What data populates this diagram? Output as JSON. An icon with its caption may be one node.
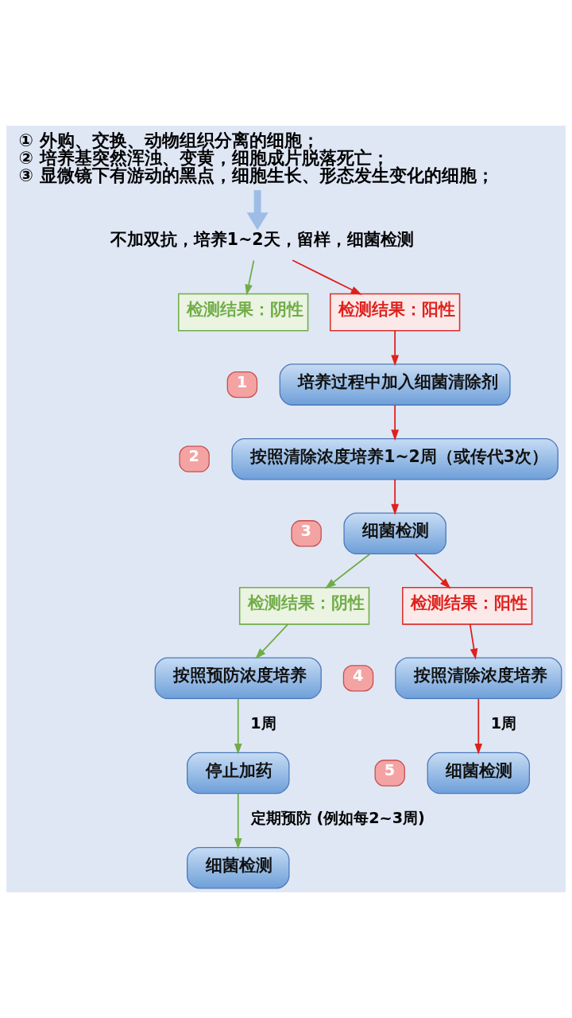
{
  "diagram": {
    "nodes": [
      {
        "text": [
          "① 外购、交换、动物组织分离的细胞；",
          "② 培养基突然浑浊、变黄，细胞成片脱落死亡；",
          "③ 显微镜下有游动的黑点，细胞生长、形态发生变化的细胞；"
        ]
      },
      {
        "text": [
          "不加双抗，培养1~2天，留样，细菌检测"
        ]
      },
      {
        "text": [
          "检测结果：阴性"
        ]
      },
      {
        "text": [
          "检测结果：阳性"
        ]
      },
      {
        "text": [
          "1"
        ]
      },
      {
        "text": [
          "培养过程中加入细菌清除剂"
        ]
      },
      {
        "text": [
          "2"
        ]
      },
      {
        "text": [
          "按照清除浓度培养1~2周（或传代3次）"
        ]
      },
      {
        "text": [
          "3"
        ]
      },
      {
        "text": [
          "细菌检测"
        ]
      },
      {
        "text": [
          "检测结果：阴性"
        ]
      },
      {
        "text": [
          "检测结果：阳性"
        ]
      },
      {
        "text": [
          "按照预防浓度培养"
        ]
      },
      {
        "text": [
          "4"
        ]
      },
      {
        "text": [
          "按照清除浓度培养"
        ]
      },
      {
        "text": [
          "停止加药"
        ]
      },
      {
        "text": [
          "5"
        ]
      },
      {
        "text": [
          "细菌检测"
        ]
      },
      {
        "text": [
          "细菌检测"
        ]
      }
    ],
    "edges": [
      {
        "from": 0,
        "to": 1,
        "arrow": "to",
        "style": "thick",
        "color": "#9dbce6"
      },
      {
        "from": 1,
        "to": 2,
        "arrow": "to",
        "color": "#70ad47"
      },
      {
        "from": 1,
        "to": 3,
        "arrow": "to"
      },
      {
        "from": 3,
        "to": 5,
        "arrow": "to"
      },
      {
        "from": 5,
        "to": 7,
        "arrow": "to"
      },
      {
        "from": 7,
        "to": 9,
        "arrow": "to"
      },
      {
        "from": 9,
        "to": 10,
        "arrow": "to",
        "color": "#70ad47"
      },
      {
        "from": 9,
        "to": 11,
        "arrow": "to"
      },
      {
        "from": 10,
        "to": 12,
        "arrow": "to",
        "color": "#70ad47"
      },
      {
        "from": 11,
        "to": 14,
        "arrow": "to"
      },
      {
        "from": 12,
        "to": 15,
        "arrow": "to",
        "label": "1周",
        "color": "#70ad47"
      },
      {
        "from": 14,
        "to": 17,
        "arrow": "to",
        "label": "1周"
      },
      {
        "from": 15,
        "to": 18,
        "arrow": "to",
        "label": "定期预防 (例如每2~3周)",
        "color": "#70ad47"
      }
    ]
  }
}
